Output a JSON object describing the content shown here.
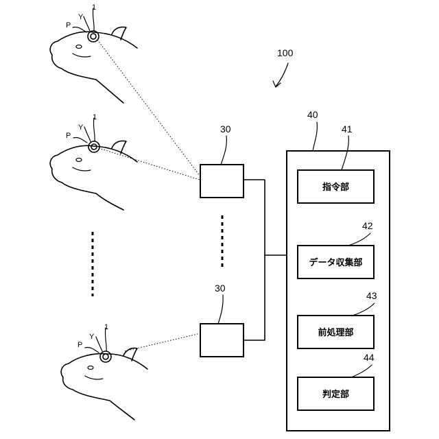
{
  "system": {
    "ref": "100"
  },
  "sensors": {
    "ref": "30"
  },
  "pig_labels": {
    "p": "P",
    "y": "Y",
    "one": "1"
  },
  "unit": {
    "ref": "40"
  },
  "blocks": [
    {
      "ref": "41",
      "label": "指令部"
    },
    {
      "ref": "42",
      "label": "データ収集部"
    },
    {
      "ref": "43",
      "label": "前処理部"
    },
    {
      "ref": "44",
      "label": "判定部"
    }
  ]
}
